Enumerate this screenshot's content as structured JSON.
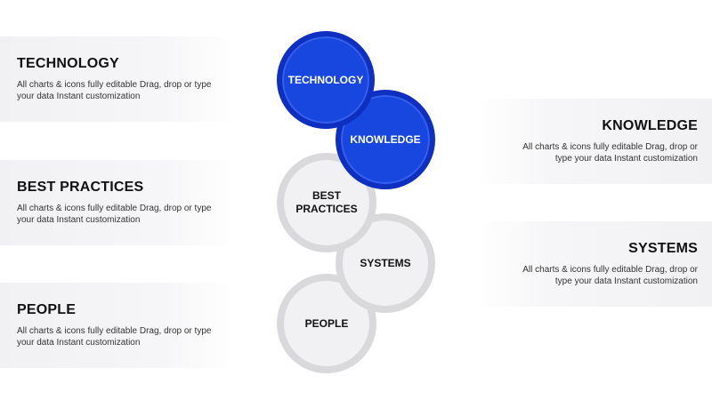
{
  "panels": [
    {
      "title": "TECHNOLOGY",
      "text": "All charts & icons fully editable Drag, drop or type your data Instant customization"
    },
    {
      "title": "BEST PRACTICES",
      "text": "All charts & icons fully editable Drag, drop or type your data Instant customization"
    },
    {
      "title": "PEOPLE",
      "text": "All charts & icons fully editable Drag, drop or type your data Instant customization"
    },
    {
      "title": "KNOWLEDGE",
      "text": "All charts & icons fully editable Drag, drop or type your data Instant customization"
    },
    {
      "title": "SYSTEMS",
      "text": "All charts & icons fully editable Drag, drop or type your data Instant customization"
    }
  ],
  "circles": [
    {
      "label": "TECHNOLOGY",
      "style": "blue"
    },
    {
      "label": "KNOWLEDGE",
      "style": "blue"
    },
    {
      "label": "BEST PRACTICES",
      "style": "grey"
    },
    {
      "label": "SYSTEMS",
      "style": "grey"
    },
    {
      "label": "PEOPLE",
      "style": "grey"
    }
  ],
  "colors": {
    "accent_blue": "#1847e0",
    "accent_blue_border": "#0e2fc0",
    "grey_fill": "#f1f1f4",
    "grey_border": "#d9d9dc"
  }
}
